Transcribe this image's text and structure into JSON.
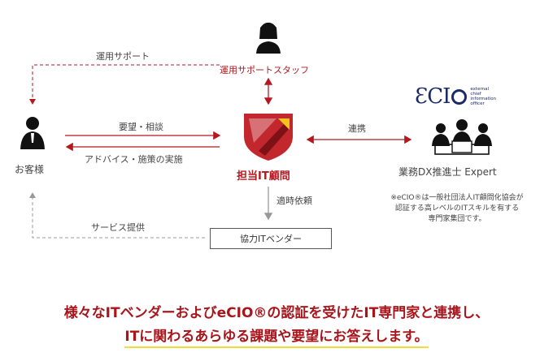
{
  "labels": {
    "support_staff": "運用サポートスタッフ",
    "support_arrow": "運用サポート",
    "customer": "お客様",
    "request": "要望・相談",
    "advice": "アドバイス・施策の実施",
    "advisor": "担当IT顧問",
    "link": "連携",
    "expert": "業務DX推進士 Expert",
    "assign": "適時依頼",
    "service": "サービス提供",
    "vendor": "協力ITベンダー"
  },
  "eclo": {
    "mark": "ƐCI",
    "sub": [
      "external",
      "chief",
      "information",
      "officer"
    ]
  },
  "note": {
    "lines": [
      "※eCIO®は一般社団法人IT顧問化協会が",
      "認証する高レベルのITスキルを有する",
      "専門家集団です。"
    ]
  },
  "bottom": {
    "line1": "様々なITベンダーおよびeCIO®の認証を受けたIT専門家と連携し、",
    "line2": "ITに関わるあらゆる課題や要望にお答えします。"
  },
  "colors": {
    "accent": "#b3181f",
    "brand": "#1a2a66",
    "highlight": "#f2dc3a"
  }
}
